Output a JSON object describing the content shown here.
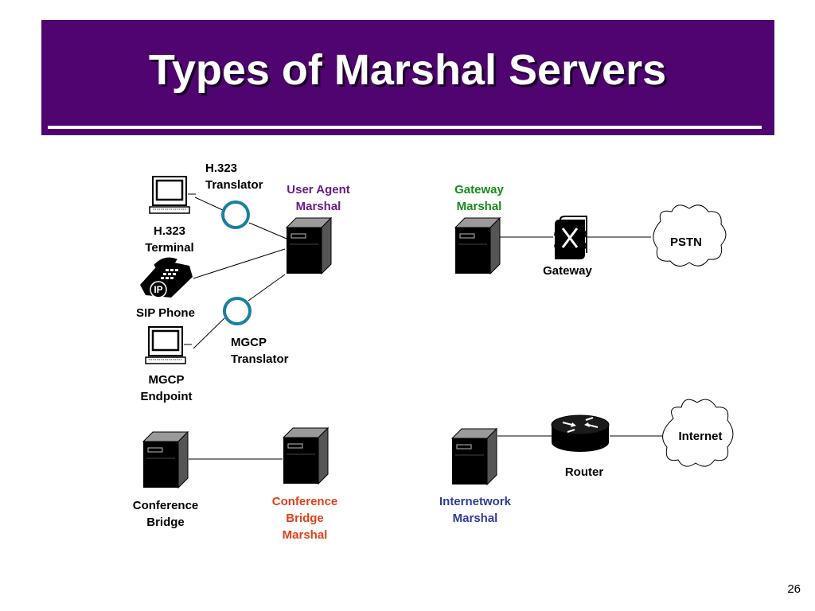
{
  "slide": {
    "title": "Types of Marshal Servers",
    "page_number": "26"
  },
  "colors": {
    "banner": "#4f0470",
    "user_agent_marshal": "#6b1a86",
    "gateway_marshal": "#1a8a1a",
    "conference_bridge_marshal": "#e0401a",
    "internetwork_marshal": "#2e3a9a",
    "translator_ring": "#1b7fa0"
  },
  "labels": {
    "h323_translator": "H.323\nTranslator",
    "user_agent_marshal": "User Agent\nMarshal",
    "gateway_marshal": "Gateway\nMarshal",
    "h323_terminal": "H.323\nTerminal",
    "sip_phone": "SIP Phone",
    "sip_phone_badge": "IP",
    "mgcp_translator": "MGCP\nTranslator",
    "mgcp_endpoint": "MGCP\nEndpoint",
    "gateway": "Gateway",
    "pstn": "PSTN",
    "internet": "Internet",
    "router": "Router",
    "conference_bridge": "Conference\nBridge",
    "conference_bridge_marshal": "Conference\nBridge\nMarshal",
    "internetwork_marshal": "Internetwork\nMarshal"
  },
  "icons": [
    "computer-icon",
    "ip-phone-icon",
    "server-icon",
    "translator-ring-icon",
    "gateway-icon",
    "router-icon",
    "cloud-icon"
  ]
}
